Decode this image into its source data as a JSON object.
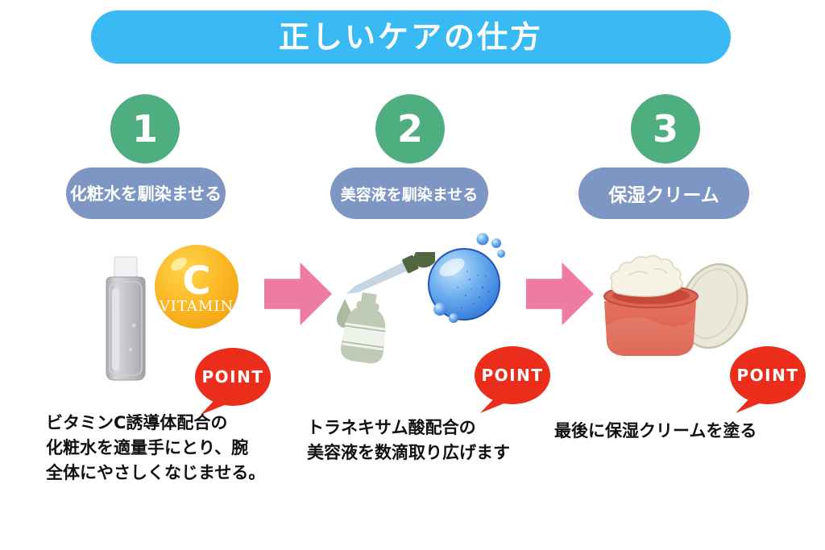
{
  "title": "正しいケアの仕方",
  "colors": {
    "header_bg": "#3ABAF5",
    "step_circle_green": "#4FAE80",
    "label_pill_blue": "#7E96C4",
    "arrow_pink": "#EE7BA2",
    "point_bubble_red": "#EB2D1C",
    "vitamin_badge_orange": "#F8B11E",
    "serum_droplet_blue": "#3F85DE",
    "cream_jar_red": "#DE6251",
    "description_text": "#111111"
  },
  "steps": [
    {
      "number": "1",
      "label": "化粧水を馴染ませる",
      "point_label": "POINT",
      "illustration": "toner-bottle-with-vitamin-c-badge",
      "badge": {
        "letter": "C",
        "word": "VITAMIN"
      },
      "description_lines": [
        "ビタミンC誘導体配合の",
        "化粧水を適量手にとり、腕",
        "全体にやさしくなじませる。"
      ]
    },
    {
      "number": "2",
      "label": "美容液を馴染ませる",
      "point_label": "POINT",
      "illustration": "serum-dropper-bottle-and-droplet",
      "description_lines": [
        "トラネキサム酸配合の",
        "美容液を数滴取り広げます"
      ]
    },
    {
      "number": "3",
      "label": "保湿クリーム",
      "point_label": "POINT",
      "illustration": "moisturizer-cream-jar",
      "description_lines": [
        "最後に保湿クリームを塗る"
      ]
    }
  ]
}
